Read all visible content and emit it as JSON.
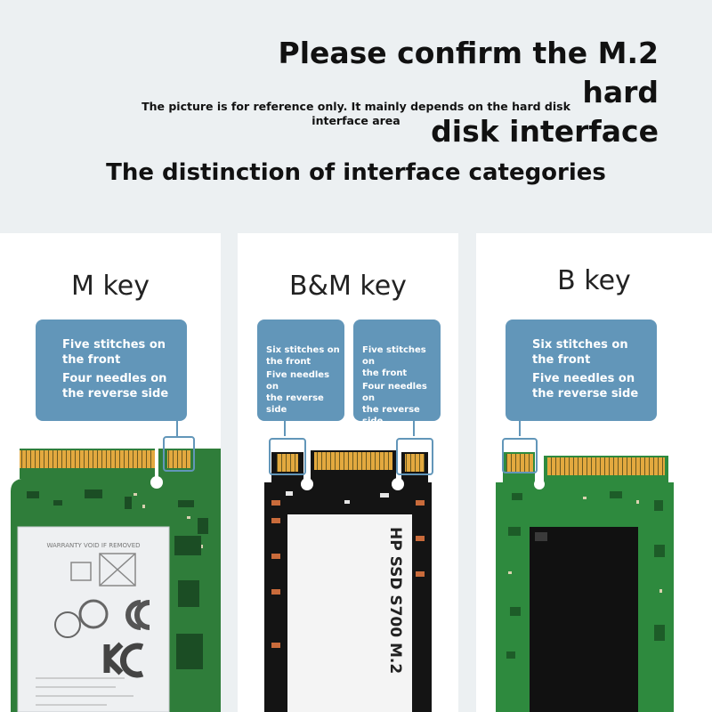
{
  "header": {
    "title_line1": "Please confirm the M.2 hard",
    "title_line2": "disk interface",
    "subtitle_line1": "The picture is for reference only. It mainly depends on the hard disk",
    "subtitle_line2": "interface area",
    "section_heading": "The distinction of interface categories"
  },
  "panels": [
    {
      "key": "M key",
      "callout": {
        "line1": "Five stitches on",
        "line2": "the front",
        "line3": "Four needles on",
        "line4": "the reverse side"
      },
      "sticker_text": "WARRANTY VOID IF REMOVED",
      "board_color": "#2f7d3a"
    },
    {
      "key": "B&M key",
      "callout_left": {
        "line1": "Six stitches on",
        "line2": "the front",
        "line3": "Five needles on",
        "line4": "the reverse side"
      },
      "callout_right": {
        "line1": "Five stitches on",
        "line2": "the front",
        "line3": "Four needles on",
        "line4": "the reverse side"
      },
      "sticker_text": "HP SSD S700 M.2",
      "board_color": "#141414"
    },
    {
      "key": "B key",
      "callout": {
        "line1": "Six stitches on",
        "line2": "the front",
        "line3": "Five needles on",
        "line4": "the reverse side"
      },
      "board_color": "#2e8a3e"
    }
  ],
  "colors": {
    "background": "#ecf0f2",
    "callout": "#6296b9",
    "gold_pins": "#e8b24a"
  }
}
